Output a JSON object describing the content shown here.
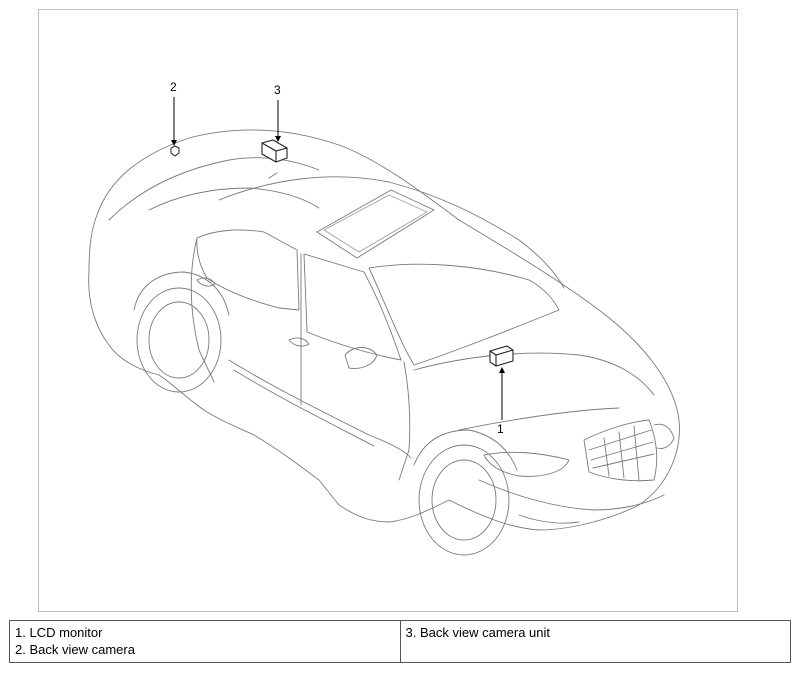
{
  "callouts": {
    "c1": "1",
    "c2": "2",
    "c3": "3"
  },
  "legend": {
    "left": [
      "1. LCD monitor",
      "2. Back view camera"
    ],
    "right": [
      "3. Back view camera unit"
    ]
  }
}
